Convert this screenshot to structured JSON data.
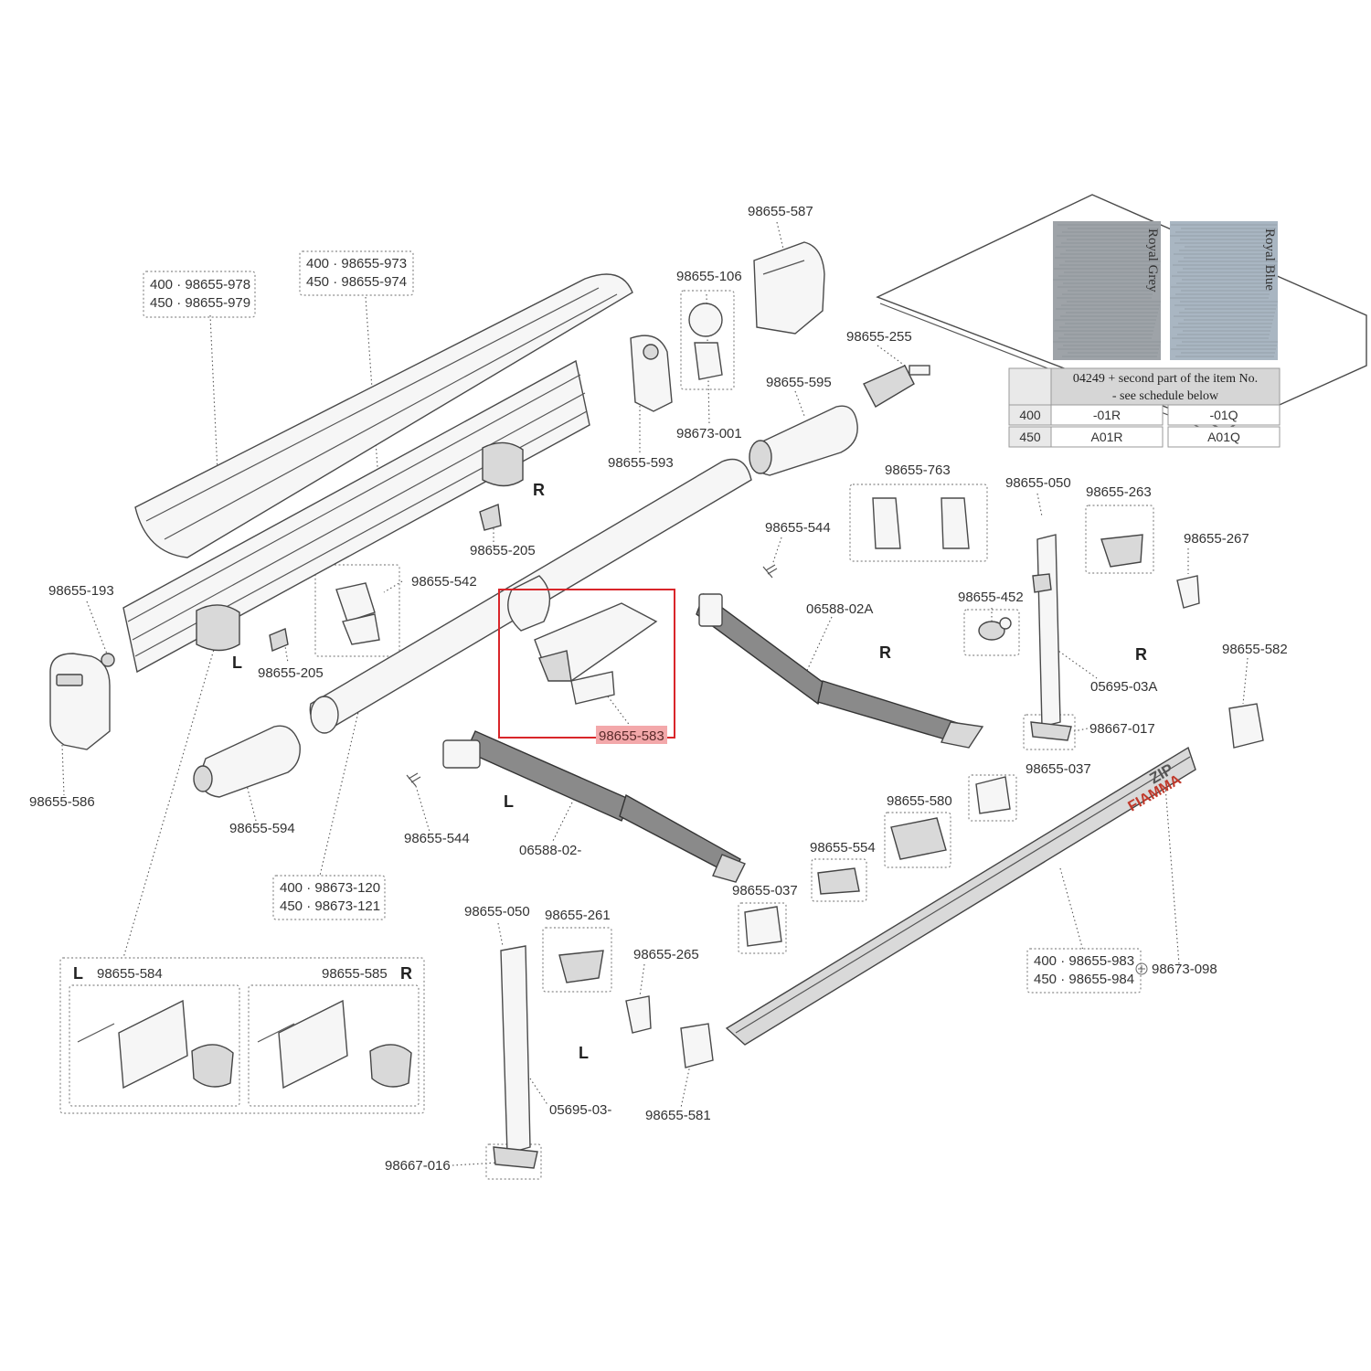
{
  "colors": {
    "highlight_stroke": "#d9262a",
    "highlight_fill": "#f3a8aa",
    "brand_red": "#c0392b",
    "royal_grey": "#9ea3a8",
    "royal_blue": "#a9b6c2"
  },
  "labels": {
    "p587": "98655-587",
    "p106": "98655-106",
    "p255": "98655-255",
    "p595": "98655-595",
    "p593": "98655-593",
    "p001": "98673-001",
    "p205a": "98655-205",
    "p205b": "98655-205",
    "p542": "98655-542",
    "p193": "98655-193",
    "p586": "98655-586",
    "p594": "98655-594",
    "p544a": "98655-544",
    "p544b": "98655-544",
    "p763": "98655-763",
    "p050a": "98655-050",
    "p050b": "98655-050",
    "p263": "98655-263",
    "p267": "98655-267",
    "p452": "98655-452",
    "p582": "98655-582",
    "p017": "98667-017",
    "p037a": "98655-037",
    "p037b": "98655-037",
    "p580": "98655-580",
    "p554": "98655-554",
    "p261": "98655-261",
    "p265": "98655-265",
    "p581": "98655-581",
    "p016": "98667-016",
    "p02A": "06588-02A",
    "p02": "06588-02-",
    "p03A": "05695-03A",
    "p03": "05695-03-",
    "p583": "98655-583",
    "p098": "98673-098"
  },
  "dual_labels": {
    "front_cover": [
      "400 · 98655-978",
      "450 · 98655-979"
    ],
    "case": [
      "400 · 98655-973",
      "450 · 98655-974"
    ],
    "roller": [
      "400 · 98673-120",
      "450 · 98673-121"
    ],
    "front_bar": [
      "400 · 98655-983",
      "450 · 98655-984"
    ]
  },
  "side_marks": {
    "r_top": "R",
    "l_case": "L",
    "r_arm": "R",
    "r_leg": "R",
    "l_arm": "L",
    "l_leg": "L",
    "kit_l": "L",
    "kit_r": "R"
  },
  "kits": {
    "left": "98655-584",
    "right": "98655-585"
  },
  "fabric": {
    "swatch_grey": "Royal Grey",
    "swatch_blue": "Royal Blue",
    "header_line1": "04249 + second part of the item No.",
    "header_line2": "- see schedule below",
    "rows": [
      {
        "size": "400",
        "grey": "-01R",
        "blue": "-01Q"
      },
      {
        "size": "450",
        "grey": "A01R",
        "blue": "A01Q"
      }
    ]
  },
  "branding": {
    "fiamma": "FIAMMA",
    "zip": "ZIP"
  }
}
